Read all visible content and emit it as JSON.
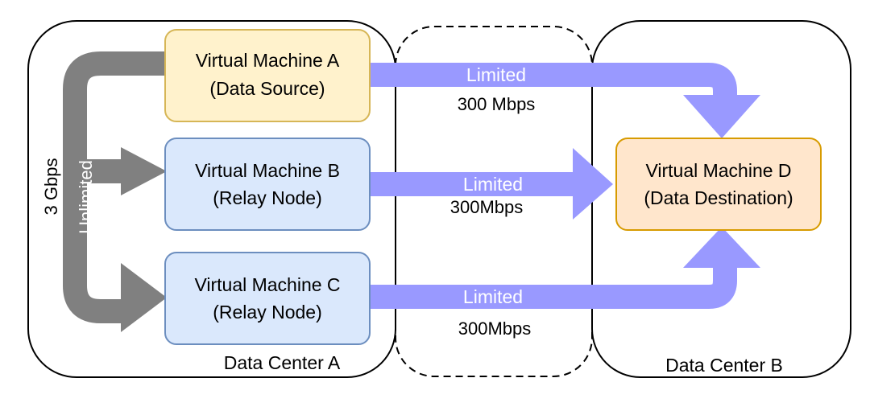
{
  "data_centers": [
    {
      "id": "dc-a",
      "label": "Data Center A"
    },
    {
      "id": "dc-b",
      "label": "Data Center B"
    }
  ],
  "nodes": [
    {
      "id": "vm-a",
      "line1": "Virtual Machine A",
      "line2": "(Data Source)",
      "fill": "#fff2cc",
      "stroke": "#d6b656"
    },
    {
      "id": "vm-b",
      "line1": "Virtual Machine B",
      "line2": "(Relay Node)",
      "fill": "#dae8fc",
      "stroke": "#6c8ebf"
    },
    {
      "id": "vm-c",
      "line1": "Virtual Machine C",
      "line2": "(Relay Node)",
      "fill": "#dae8fc",
      "stroke": "#6c8ebf"
    },
    {
      "id": "vm-d",
      "line1": "Virtual Machine D",
      "line2": "(Data Destination)",
      "fill": "#ffe6cc",
      "stroke": "#d79b00"
    }
  ],
  "links": [
    {
      "from": "vm-a",
      "to": "vm-d",
      "label": "Limited",
      "rate": "300 Mbps"
    },
    {
      "from": "vm-b",
      "to": "vm-d",
      "label": "Limited",
      "rate": "300Mbps"
    },
    {
      "from": "vm-c",
      "to": "vm-d",
      "label": "Limited",
      "rate": "300Mbps"
    }
  ],
  "internal_link": {
    "label": "Unlimited",
    "rate": "3 Gbps"
  },
  "colors": {
    "limited_arrow": "#9999ff",
    "unlimited_arrow": "#808080"
  }
}
